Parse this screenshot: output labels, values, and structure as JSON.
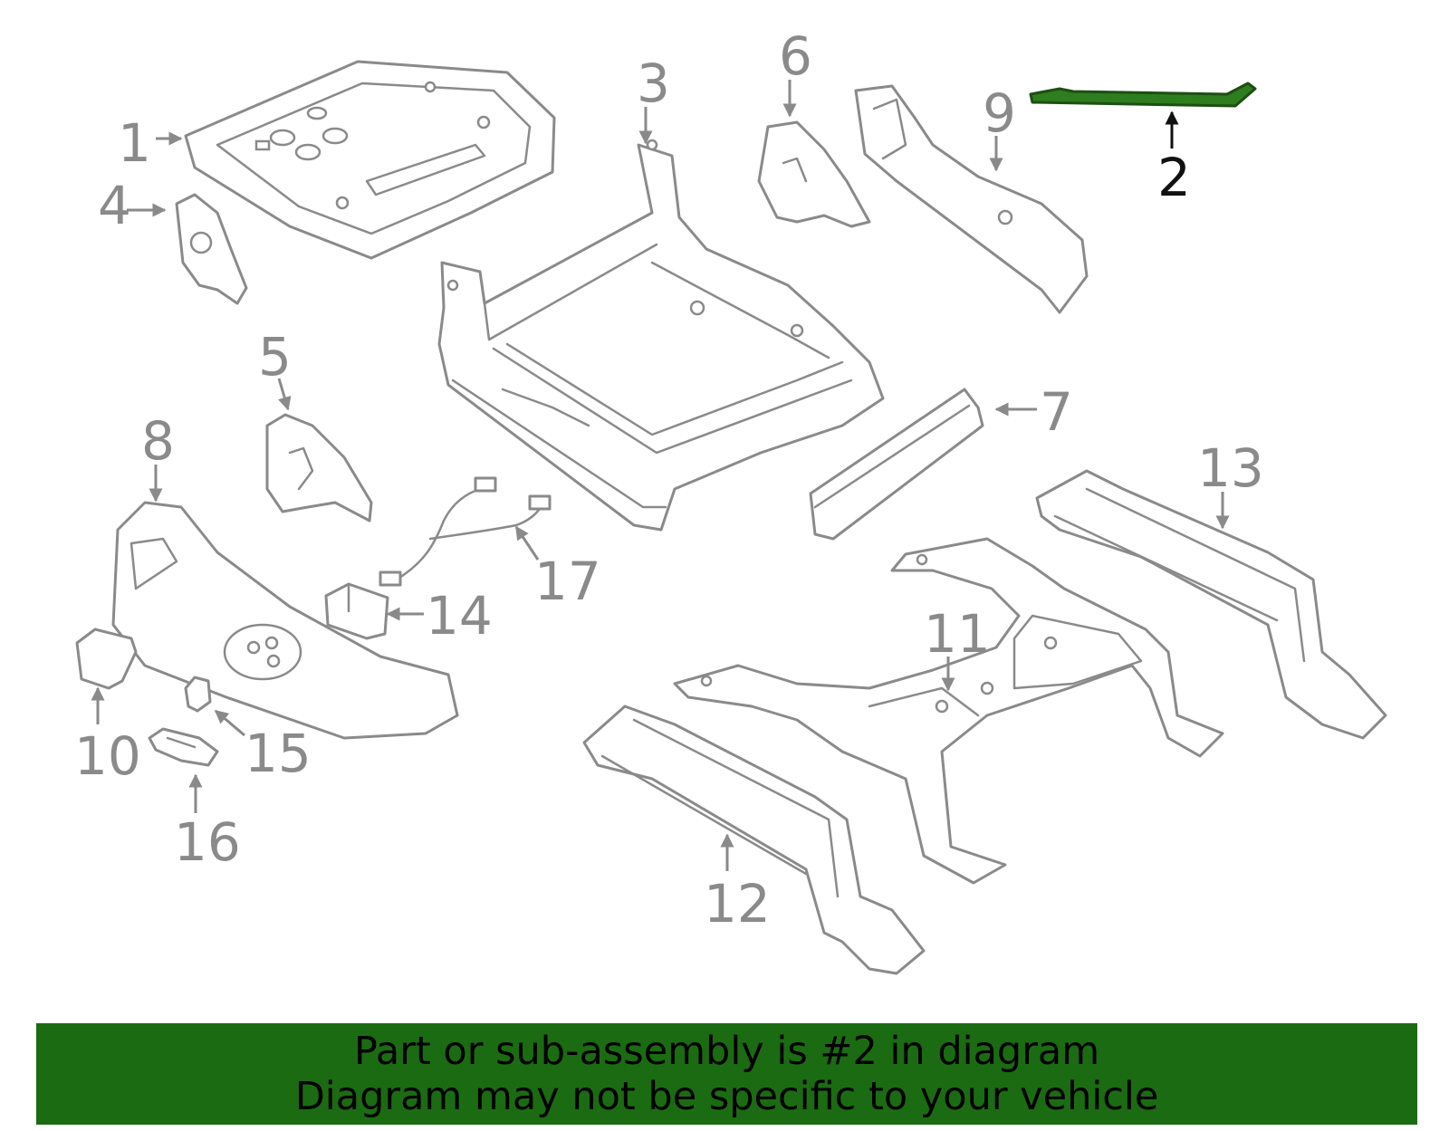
{
  "diagram": {
    "highlighted_part": "2",
    "highlight_color": "#2e7d1f",
    "callouts": [
      "1",
      "2",
      "3",
      "4",
      "5",
      "6",
      "7",
      "8",
      "9",
      "10",
      "11",
      "12",
      "13",
      "14",
      "15",
      "16",
      "17"
    ]
  },
  "banner": {
    "background": "#1b6b12",
    "line1": "Part or sub-assembly is #2 in diagram",
    "line2": "Diagram may not be specific to your vehicle"
  }
}
